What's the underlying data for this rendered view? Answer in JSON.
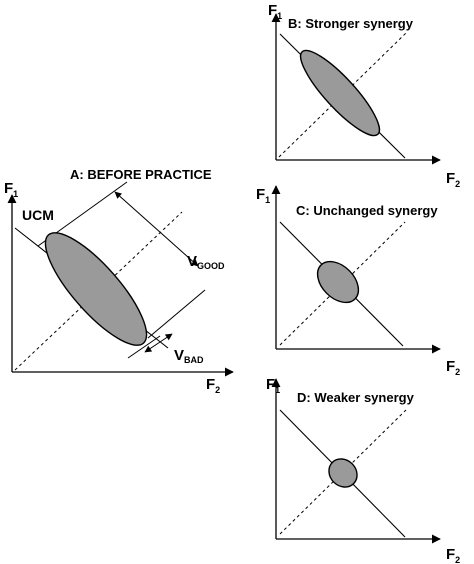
{
  "panels": {
    "a": {
      "title": "A: BEFORE PRACTICE",
      "y_axis": "F",
      "y_sub": "1",
      "x_axis": "F",
      "x_sub": "2",
      "ucm_label": "UCM"
    },
    "b": {
      "title": "B: Stronger synergy",
      "y_axis": "F",
      "y_sub": "1",
      "x_axis": "F",
      "x_sub": "2"
    },
    "c": {
      "title": "C: Unchanged synergy",
      "y_axis": "F",
      "y_sub": "1",
      "x_axis": "F",
      "x_sub": "2"
    },
    "d": {
      "title": "D: Weaker synergy",
      "y_axis": "F",
      "y_sub": "1",
      "x_axis": "F",
      "x_sub": "2"
    }
  },
  "variance": {
    "good": {
      "label": "V",
      "sub": "GOOD"
    },
    "bad": {
      "label": "V",
      "sub": "BAD"
    }
  },
  "colors": {
    "ellipse_fill": "#9a9a9a",
    "stroke": "#000000"
  }
}
